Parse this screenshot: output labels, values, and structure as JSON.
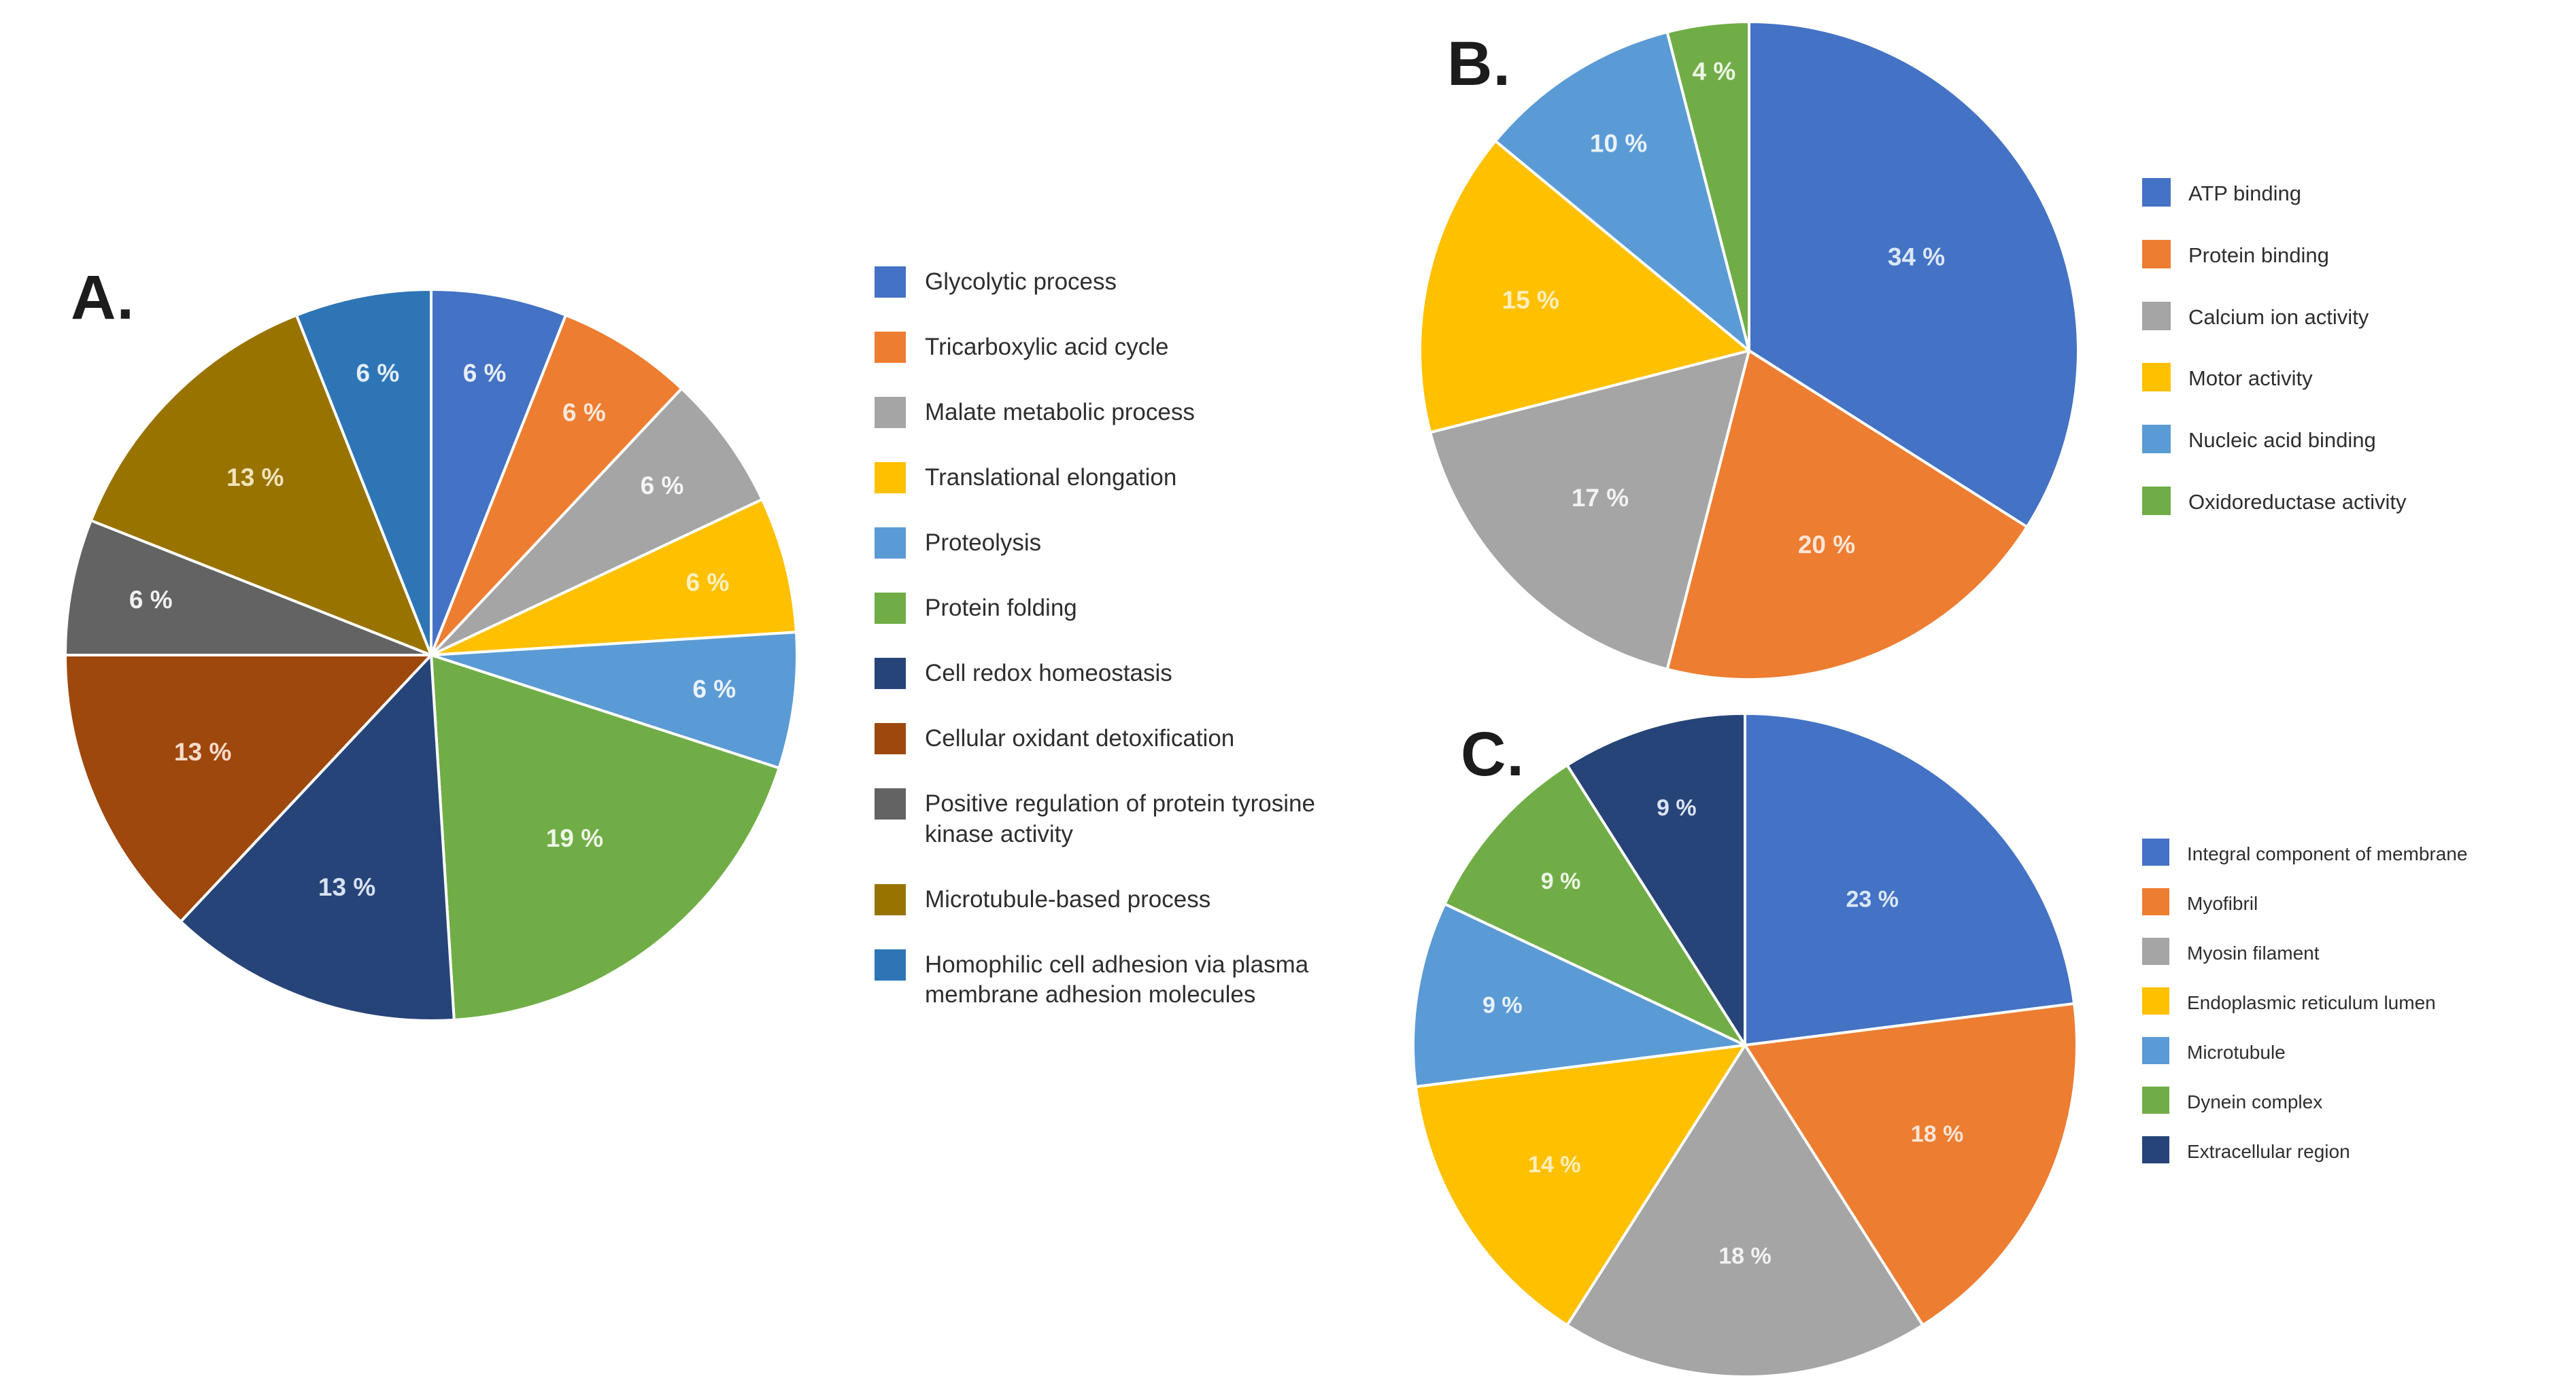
{
  "figure": {
    "background_color": "#ffffff",
    "panels": [
      {
        "letter": "A.",
        "legend_position": "right-of-pie"
      },
      {
        "letter": "B.",
        "legend_position": "right-of-pie"
      },
      {
        "letter": "C.",
        "legend_position": "right-of-pie"
      }
    ]
  },
  "chart_data": [
    {
      "type": "pie",
      "panel_label": "A.",
      "title": "",
      "start_angle_deg": 0,
      "direction": "clockwise",
      "legend_position": "right",
      "slices": [
        {
          "label": "Glycolytic process",
          "value": 6,
          "pct_label": "6 %",
          "color": "#4472C4",
          "pct_color": "#E7EEF9"
        },
        {
          "label": "Tricarboxylic acid cycle",
          "value": 6,
          "pct_label": "6 %",
          "color": "#ED7D31",
          "pct_color": "#FBE8DB"
        },
        {
          "label": "Malate  metabolic process",
          "value": 6,
          "pct_label": "6 %",
          "color": "#A5A5A5",
          "pct_color": "#F5F5F5"
        },
        {
          "label": "Translational elongation",
          "value": 6,
          "pct_label": "6 %",
          "color": "#FFC000",
          "pct_color": "#FFF1C2"
        },
        {
          "label": "Proteolysis",
          "value": 6,
          "pct_label": "6 %",
          "color": "#5B9BD5",
          "pct_color": "#EBF3FB"
        },
        {
          "label": "Protein folding",
          "value": 19,
          "pct_label": "19 %",
          "color": "#70AD47",
          "pct_color": "#EEF6E6"
        },
        {
          "label": "Cell redox homeostasis",
          "value": 13,
          "pct_label": "13 %",
          "color": "#264478",
          "pct_color": "#D9E2F3"
        },
        {
          "label": "Cellular oxidant detoxification",
          "value": 13,
          "pct_label": "13 %",
          "color": "#9E480E",
          "pct_color": "#F7DCCA"
        },
        {
          "label": "Positive regulation of protein tyrosine kinase activity",
          "value": 6,
          "pct_label": "6 %",
          "color": "#636363",
          "pct_color": "#F0F0F0"
        },
        {
          "label": "Microtubule-based process",
          "value": 13,
          "pct_label": "13 %",
          "color": "#997300",
          "pct_color": "#F0E4B9"
        },
        {
          "label": "Homophilic cell adhesion via plasma membrane adhesion molecules",
          "value": 6,
          "pct_label": "6 %",
          "color": "#2E75B6",
          "pct_color": "#E2EEF8"
        }
      ]
    },
    {
      "type": "pie",
      "panel_label": "B.",
      "title": "",
      "start_angle_deg": 0,
      "direction": "clockwise",
      "legend_position": "right",
      "slices": [
        {
          "label": "ATP binding",
          "value": 34,
          "pct_label": "34 %",
          "color": "#4472C4",
          "pct_color": "#DCE8F8"
        },
        {
          "label": "Protein binding",
          "value": 20,
          "pct_label": "20 %",
          "color": "#ED7D31",
          "pct_color": "#FBE5D6"
        },
        {
          "label": "Calcium ion activity",
          "value": 17,
          "pct_label": "17 %",
          "color": "#A5A5A5",
          "pct_color": "#F2F2F2"
        },
        {
          "label": "Motor activity",
          "value": 15,
          "pct_label": "15 %",
          "color": "#FFC000",
          "pct_color": "#FFEFBE"
        },
        {
          "label": "Nucleic acid binding",
          "value": 10,
          "pct_label": "10 %",
          "color": "#5B9BD5",
          "pct_color": "#E9F2FA"
        },
        {
          "label": "Oxidoreductase activity",
          "value": 4,
          "pct_label": "4 %",
          "color": "#70AD47",
          "pct_color": "#EDF5E5"
        }
      ]
    },
    {
      "type": "pie",
      "panel_label": "C.",
      "title": "",
      "start_angle_deg": 0,
      "direction": "clockwise",
      "legend_position": "right",
      "slices": [
        {
          "label": "Integral component of membrane",
          "value": 23,
          "pct_label": "23 %",
          "color": "#4472C4",
          "pct_color": "#DCE8F8"
        },
        {
          "label": "Myofibril",
          "value": 18,
          "pct_label": "18 %",
          "color": "#ED7D31",
          "pct_color": "#FBE5D6"
        },
        {
          "label": "Myosin filament",
          "value": 18,
          "pct_label": "18 %",
          "color": "#A5A5A5",
          "pct_color": "#F2F2F2"
        },
        {
          "label": "Endoplasmic reticulum lumen",
          "value": 14,
          "pct_label": "14 %",
          "color": "#FFC000",
          "pct_color": "#FFEFBE"
        },
        {
          "label": "Microtubule",
          "value": 9,
          "pct_label": "9 %",
          "color": "#5B9BD5",
          "pct_color": "#E9F2FA"
        },
        {
          "label": "Dynein complex",
          "value": 9,
          "pct_label": "9 %",
          "color": "#70AD47",
          "pct_color": "#EDF5E5"
        },
        {
          "label": "Extracellular region",
          "value": 9,
          "pct_label": "9 %",
          "color": "#264478",
          "pct_color": "#D9E2F3"
        }
      ]
    }
  ]
}
